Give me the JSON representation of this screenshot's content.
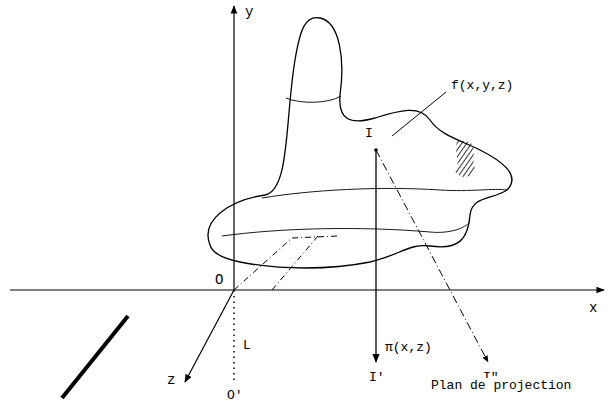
{
  "diagram": {
    "labels": [
      "y",
      "x",
      "z",
      "O",
      "f(x,y,z)",
      "I",
      "I'",
      "I\"",
      "π(x,z)",
      "L",
      "O'",
      "Plan de projection"
    ]
  }
}
